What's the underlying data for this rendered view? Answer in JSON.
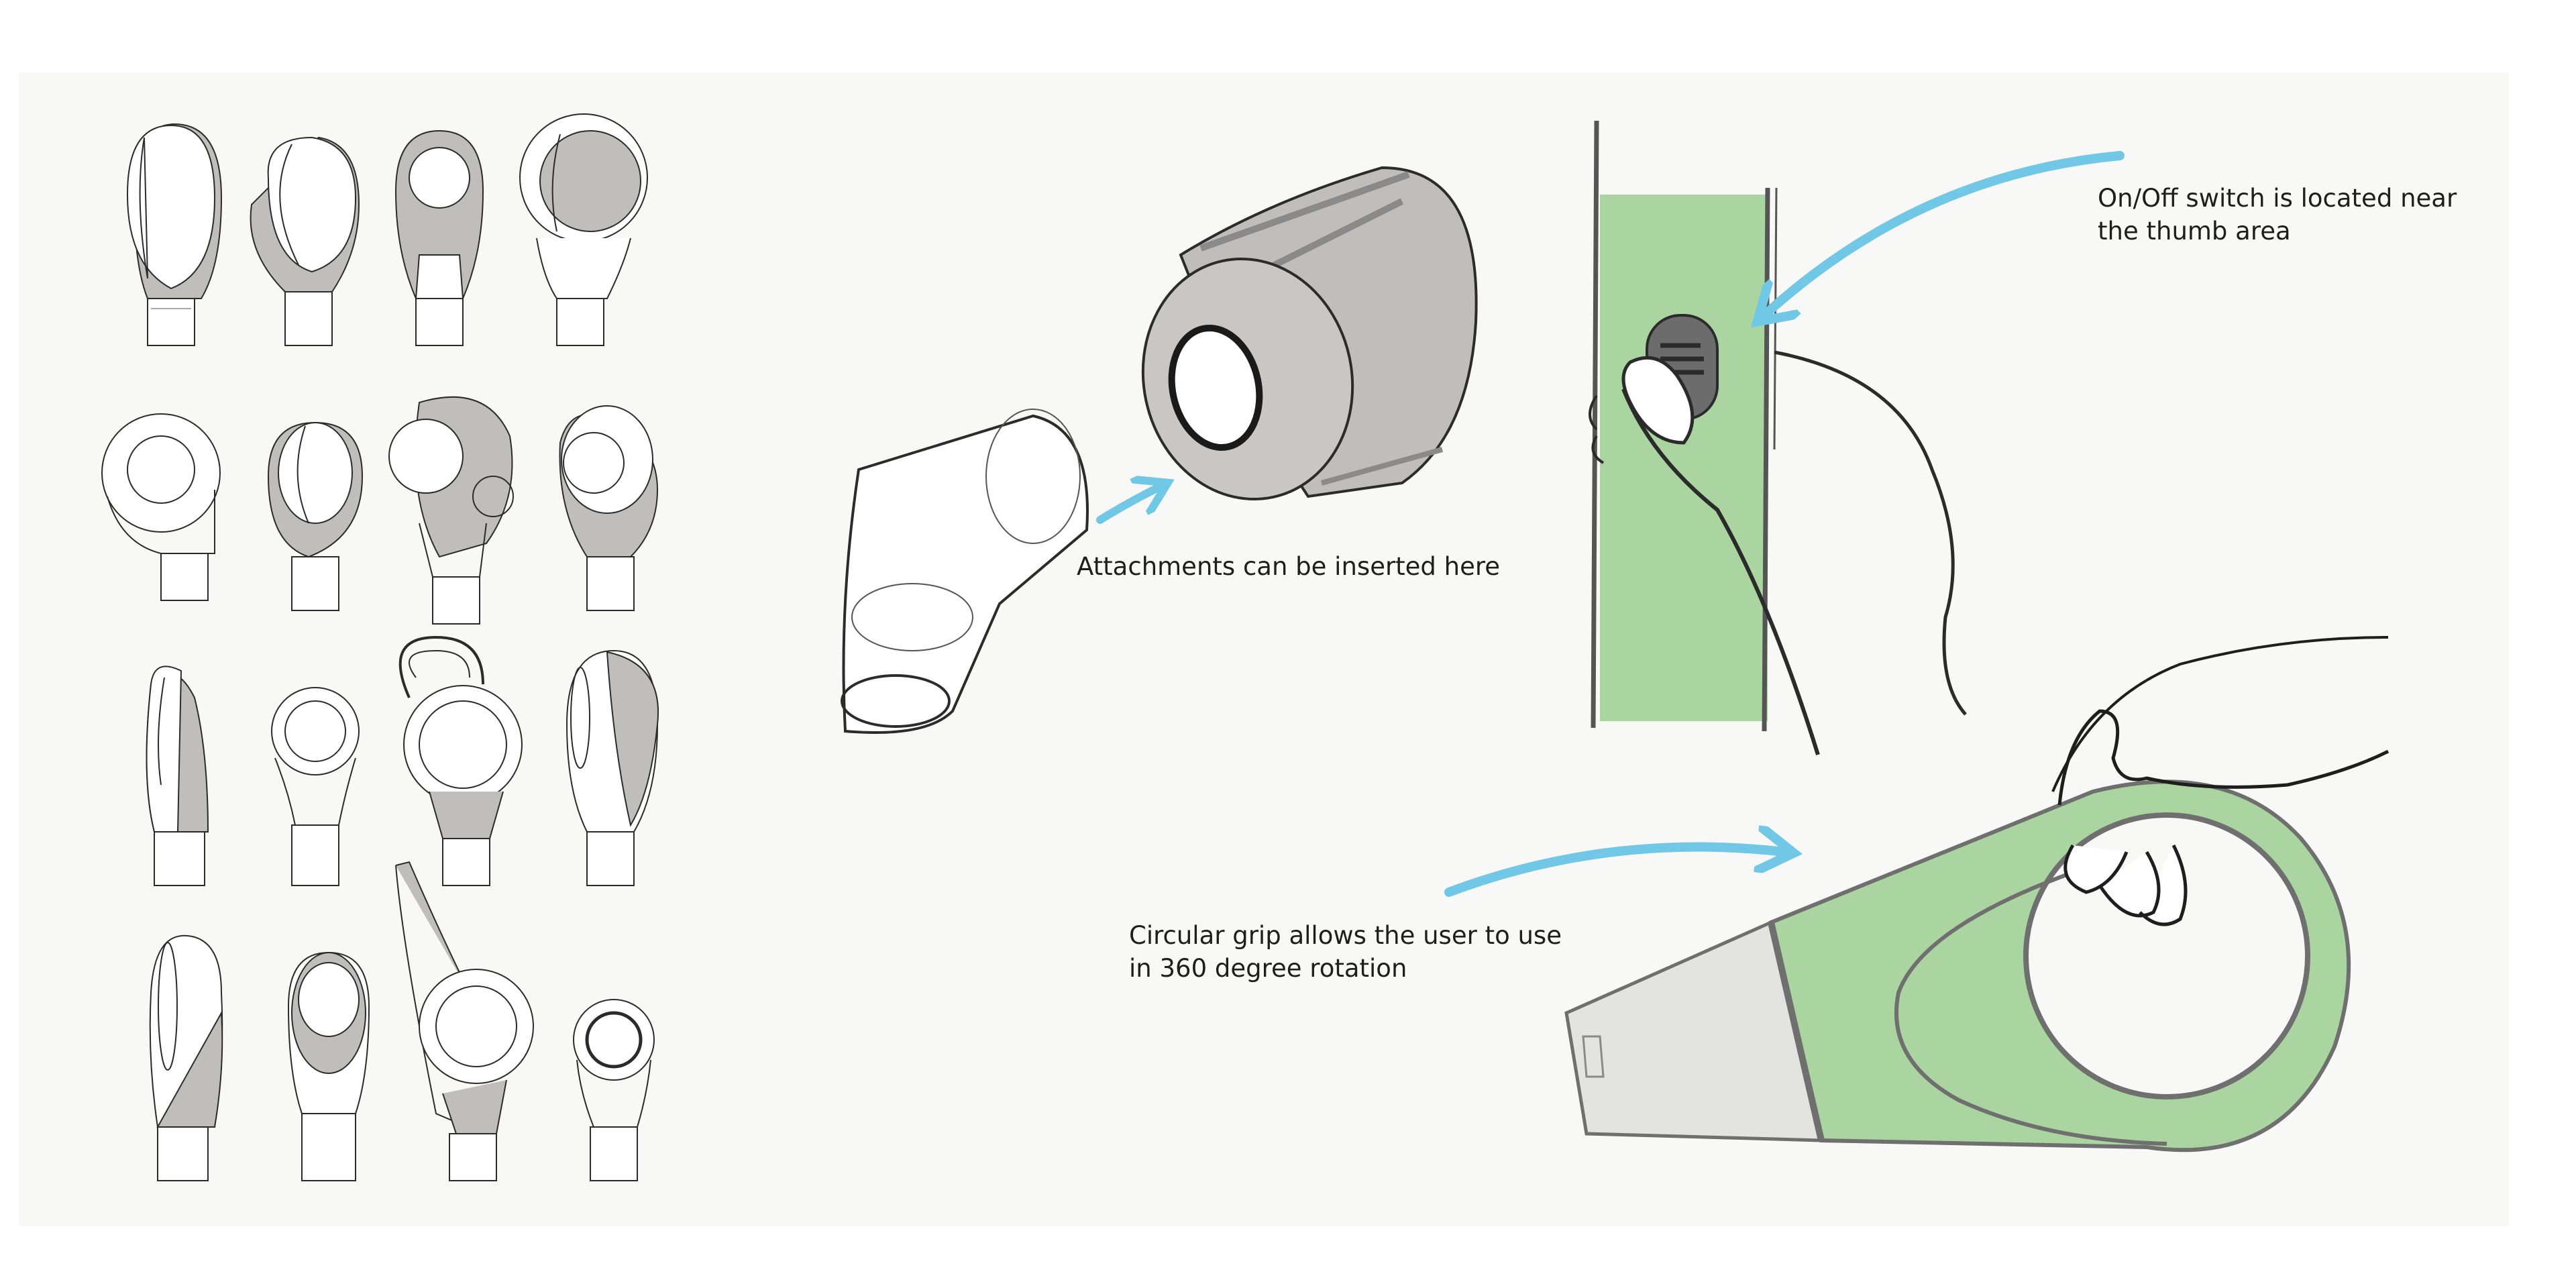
{
  "annotations": {
    "attachments": "Attachments can be inserted here",
    "switch": "On/Off switch is located near\nthe thumb area",
    "grip": "Circular grip allows the user to use\nin 360 degree rotation"
  },
  "colors": {
    "board_background": "#f8f8f6",
    "line": "#2b2b2b",
    "shade": "#bfbebd",
    "dark_shade": "#6c6c6c",
    "accent_green": "#aad5a1",
    "arrow_blue": "#71c8e6",
    "translucent_grey": "#e3e3e1"
  },
  "icons": {
    "concept_grid": "vacuum-concept-sketches",
    "elbow": "elbow-attachment",
    "nozzle": "vacuum-nozzle",
    "grip_view": "hand-on-handle",
    "grip_body": "ring-grip-vacuum"
  }
}
